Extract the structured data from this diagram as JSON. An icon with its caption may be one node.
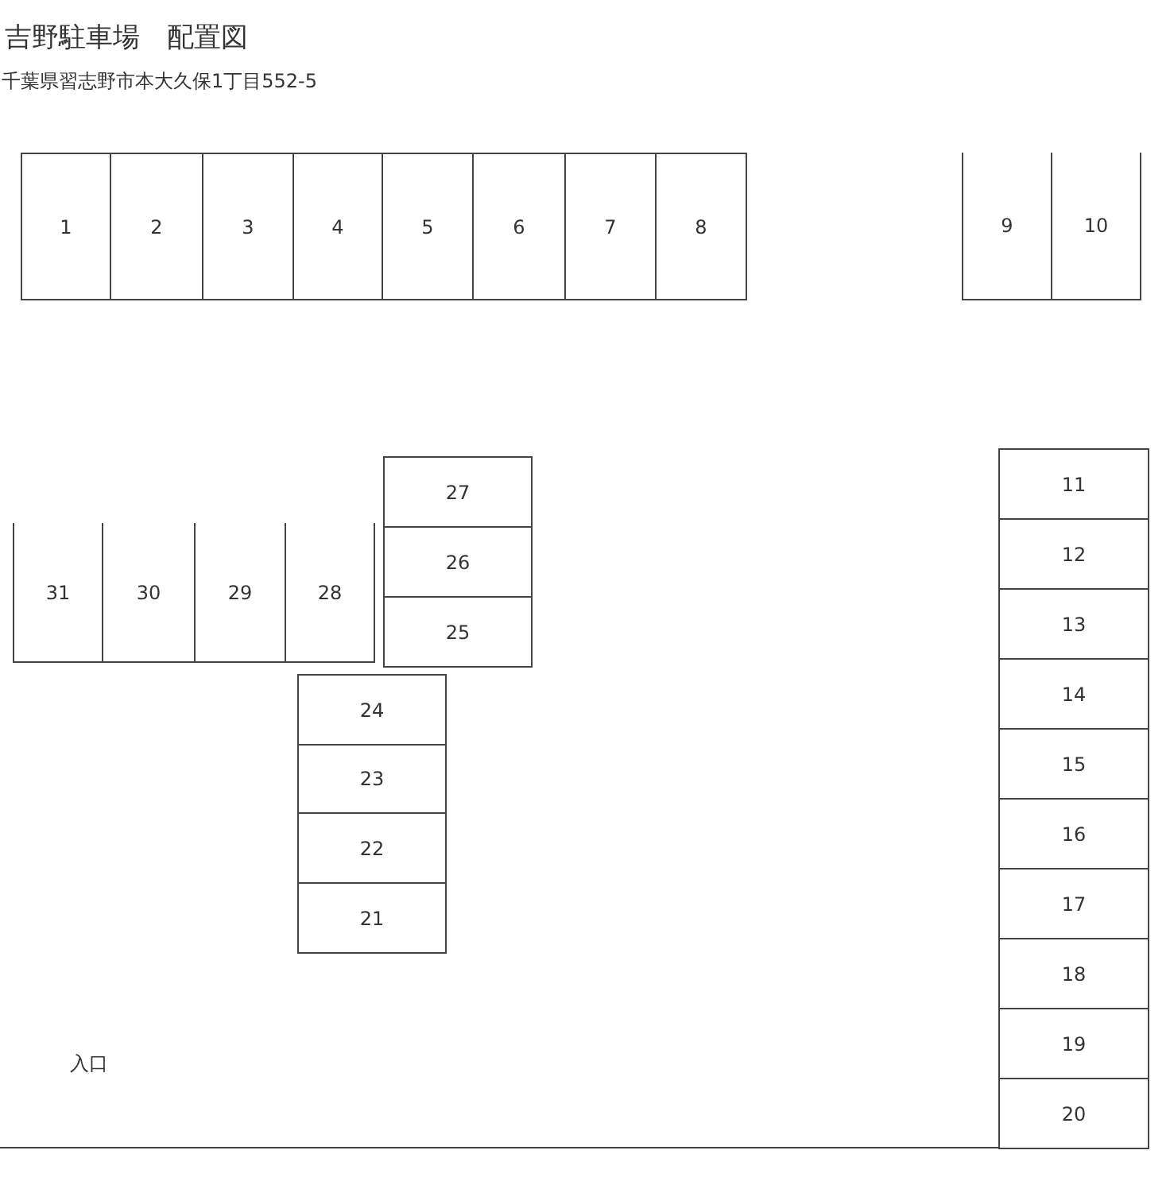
{
  "diagram": {
    "title": "吉野駐車場　配置図",
    "nodes": [
      {
        "text": [
          "1"
        ]
      },
      {
        "text": [
          "2"
        ]
      },
      {
        "text": [
          "3"
        ]
      },
      {
        "text": [
          "4"
        ]
      },
      {
        "text": [
          "5"
        ]
      },
      {
        "text": [
          "6"
        ]
      },
      {
        "text": [
          "7"
        ]
      },
      {
        "text": [
          "8"
        ]
      },
      {
        "text": [
          "9"
        ]
      },
      {
        "text": [
          "10"
        ]
      },
      {
        "text": [
          "11"
        ]
      },
      {
        "text": [
          "12"
        ]
      },
      {
        "text": [
          "13"
        ]
      },
      {
        "text": [
          "14"
        ]
      },
      {
        "text": [
          "15"
        ]
      },
      {
        "text": [
          "16"
        ]
      },
      {
        "text": [
          "17"
        ]
      },
      {
        "text": [
          "18"
        ]
      },
      {
        "text": [
          "19"
        ]
      },
      {
        "text": [
          "20"
        ]
      },
      {
        "text": [
          "21"
        ]
      },
      {
        "text": [
          "22"
        ]
      },
      {
        "text": [
          "23"
        ]
      },
      {
        "text": [
          "24"
        ]
      },
      {
        "text": [
          "25"
        ]
      },
      {
        "text": [
          "26"
        ]
      },
      {
        "text": [
          "27"
        ]
      },
      {
        "text": [
          "28"
        ]
      },
      {
        "text": [
          "29"
        ]
      },
      {
        "text": [
          "30"
        ]
      },
      {
        "text": [
          "31"
        ]
      }
    ],
    "labels": [
      "千葉県習志野市本大久保1丁目552-5",
      "入口"
    ]
  }
}
